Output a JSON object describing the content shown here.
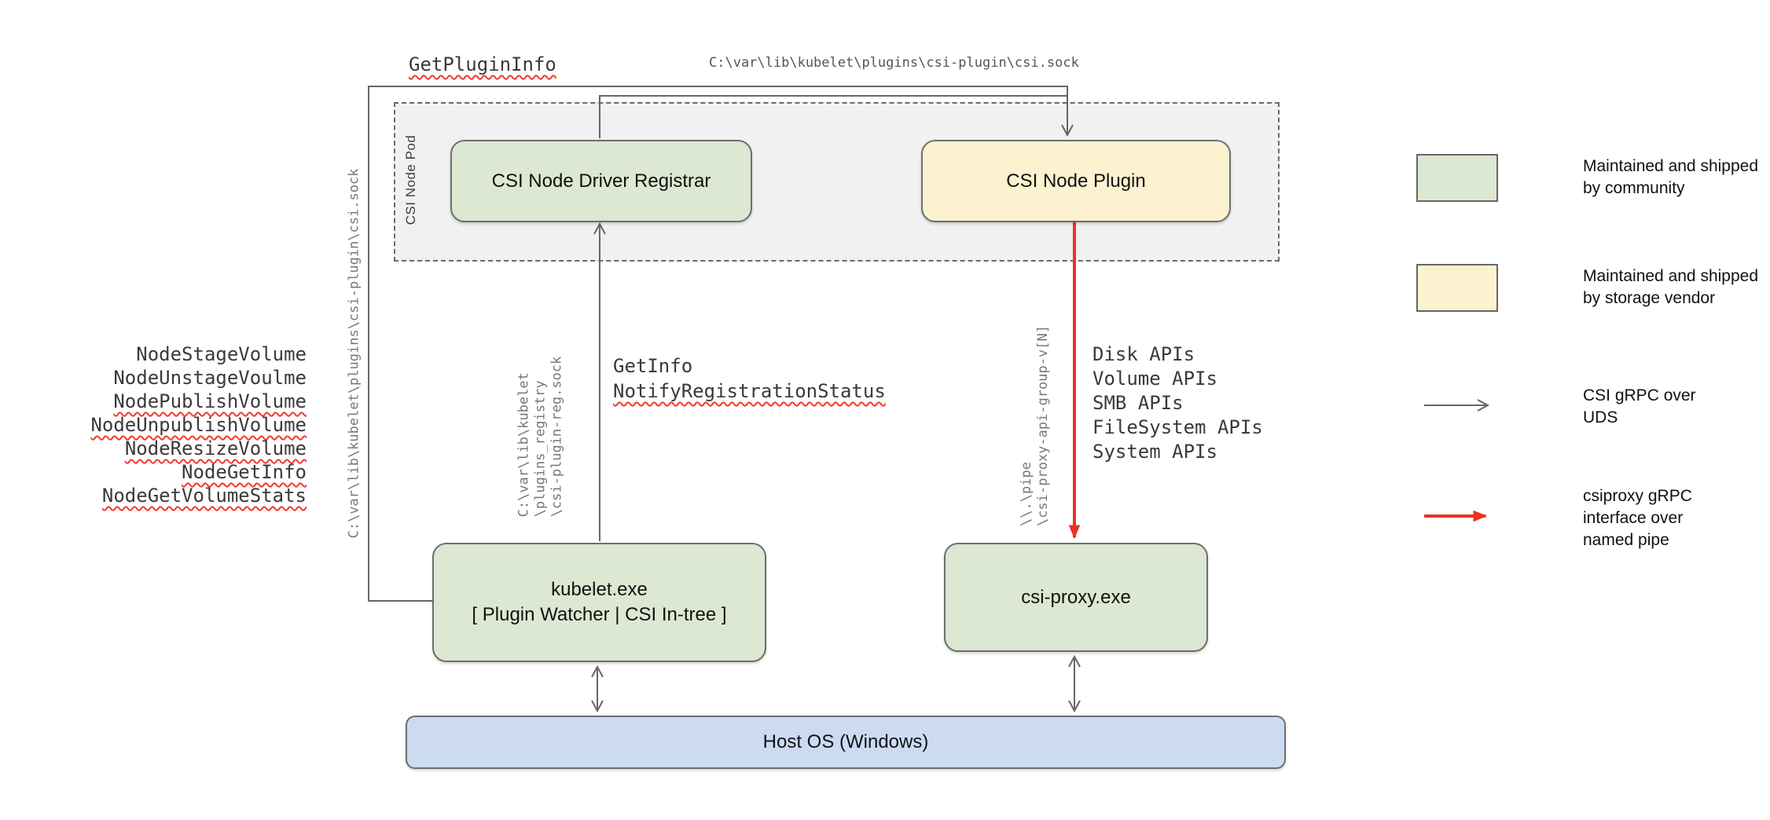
{
  "diagram": {
    "pod_label": "CSI Node Pod",
    "nodes": {
      "registrar": "CSI Node Driver Registrar",
      "plugin": "CSI Node Plugin",
      "kubelet_line1": "kubelet.exe",
      "kubelet_line2": "[ Plugin Watcher | CSI In-tree ]",
      "csi_proxy": "csi-proxy.exe",
      "host_os": "Host OS (Windows)"
    },
    "labels": {
      "get_plugin_info": "GetPluginInfo",
      "csi_sock_path_top": "C:\\var\\lib\\kubelet\\plugins\\csi-plugin\\csi.sock",
      "csi_sock_path_vertical": "C:\\var\\lib\\kubelet\\plugins\\csi-plugin\\csi.sock",
      "registry_path_line1": "C:\\var\\lib\\kubelet",
      "registry_path_line2": "\\plugins_registry",
      "registry_path_line3": "\\csi-plugin-reg.sock",
      "pipe_path_line1": "\\\\.\\pipe",
      "pipe_path_line2": "\\csi-proxy-api-group-v[N]",
      "get_info": "GetInfo",
      "notify_registration_status": "NotifyRegistrationStatus"
    },
    "node_calls": [
      "NodeStageVolume",
      "NodeUnstageVoulme",
      "NodePublishVolume",
      "NodeUnpublishVolume",
      "NodeResizeVolume",
      "NodeGetInfo",
      "NodeGetVolumeStats"
    ],
    "api_calls": [
      "Disk APIs",
      "Volume APIs",
      "SMB APIs",
      "FileSystem APIs",
      "System APIs"
    ],
    "legend": {
      "community": "Maintained and shipped by community",
      "vendor": "Maintained and shipped by storage vendor",
      "uds_arrow": "CSI gRPC over UDS",
      "pipe_arrow": "csiproxy gRPC interface over named pipe"
    },
    "colors": {
      "community_green": "#dce8d2",
      "vendor_yellow": "#fcf2cf",
      "host_blue": "#ccdbf2",
      "pod_gray": "#f1f1f1",
      "line_gray": "#666666",
      "pipe_red": "#ed3124",
      "squiggle_red": "#f03b2e",
      "path_text_gray": "#777777"
    }
  }
}
